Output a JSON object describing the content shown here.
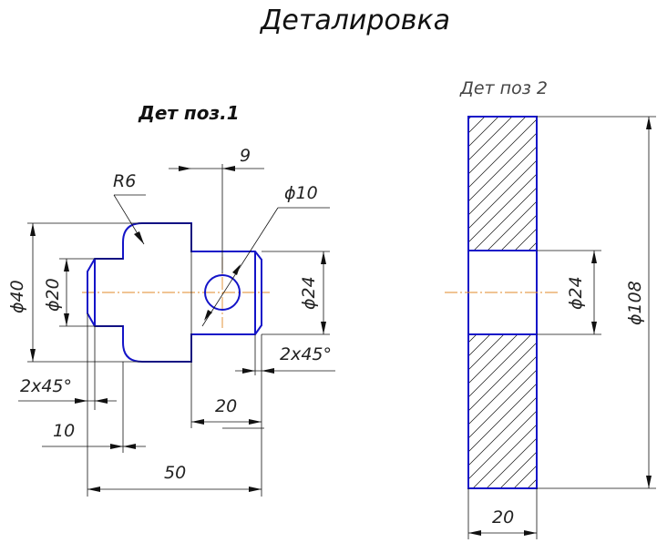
{
  "title": "Деталировка",
  "part1": {
    "label": "Дет поз.1",
    "dims": {
      "radius": "R6",
      "slot_offset": "9",
      "hole_diameter": "ϕ10",
      "big_diameter": "ϕ40",
      "small_diameter": "ϕ20",
      "right_diameter": "ϕ24",
      "chamfer_right": "2x45°",
      "chamfer_left": "2x45°",
      "right_length": "20",
      "left_length": "10",
      "total_length": "50"
    }
  },
  "part2": {
    "label": "Дет поз 2",
    "dims": {
      "bore_diameter": "ϕ24",
      "outer_diameter": "ϕ108",
      "width": "20"
    }
  },
  "colors": {
    "part_outline": "#1414c8",
    "axis_line": "#e08a2a",
    "dimension_line": "#111111"
  }
}
